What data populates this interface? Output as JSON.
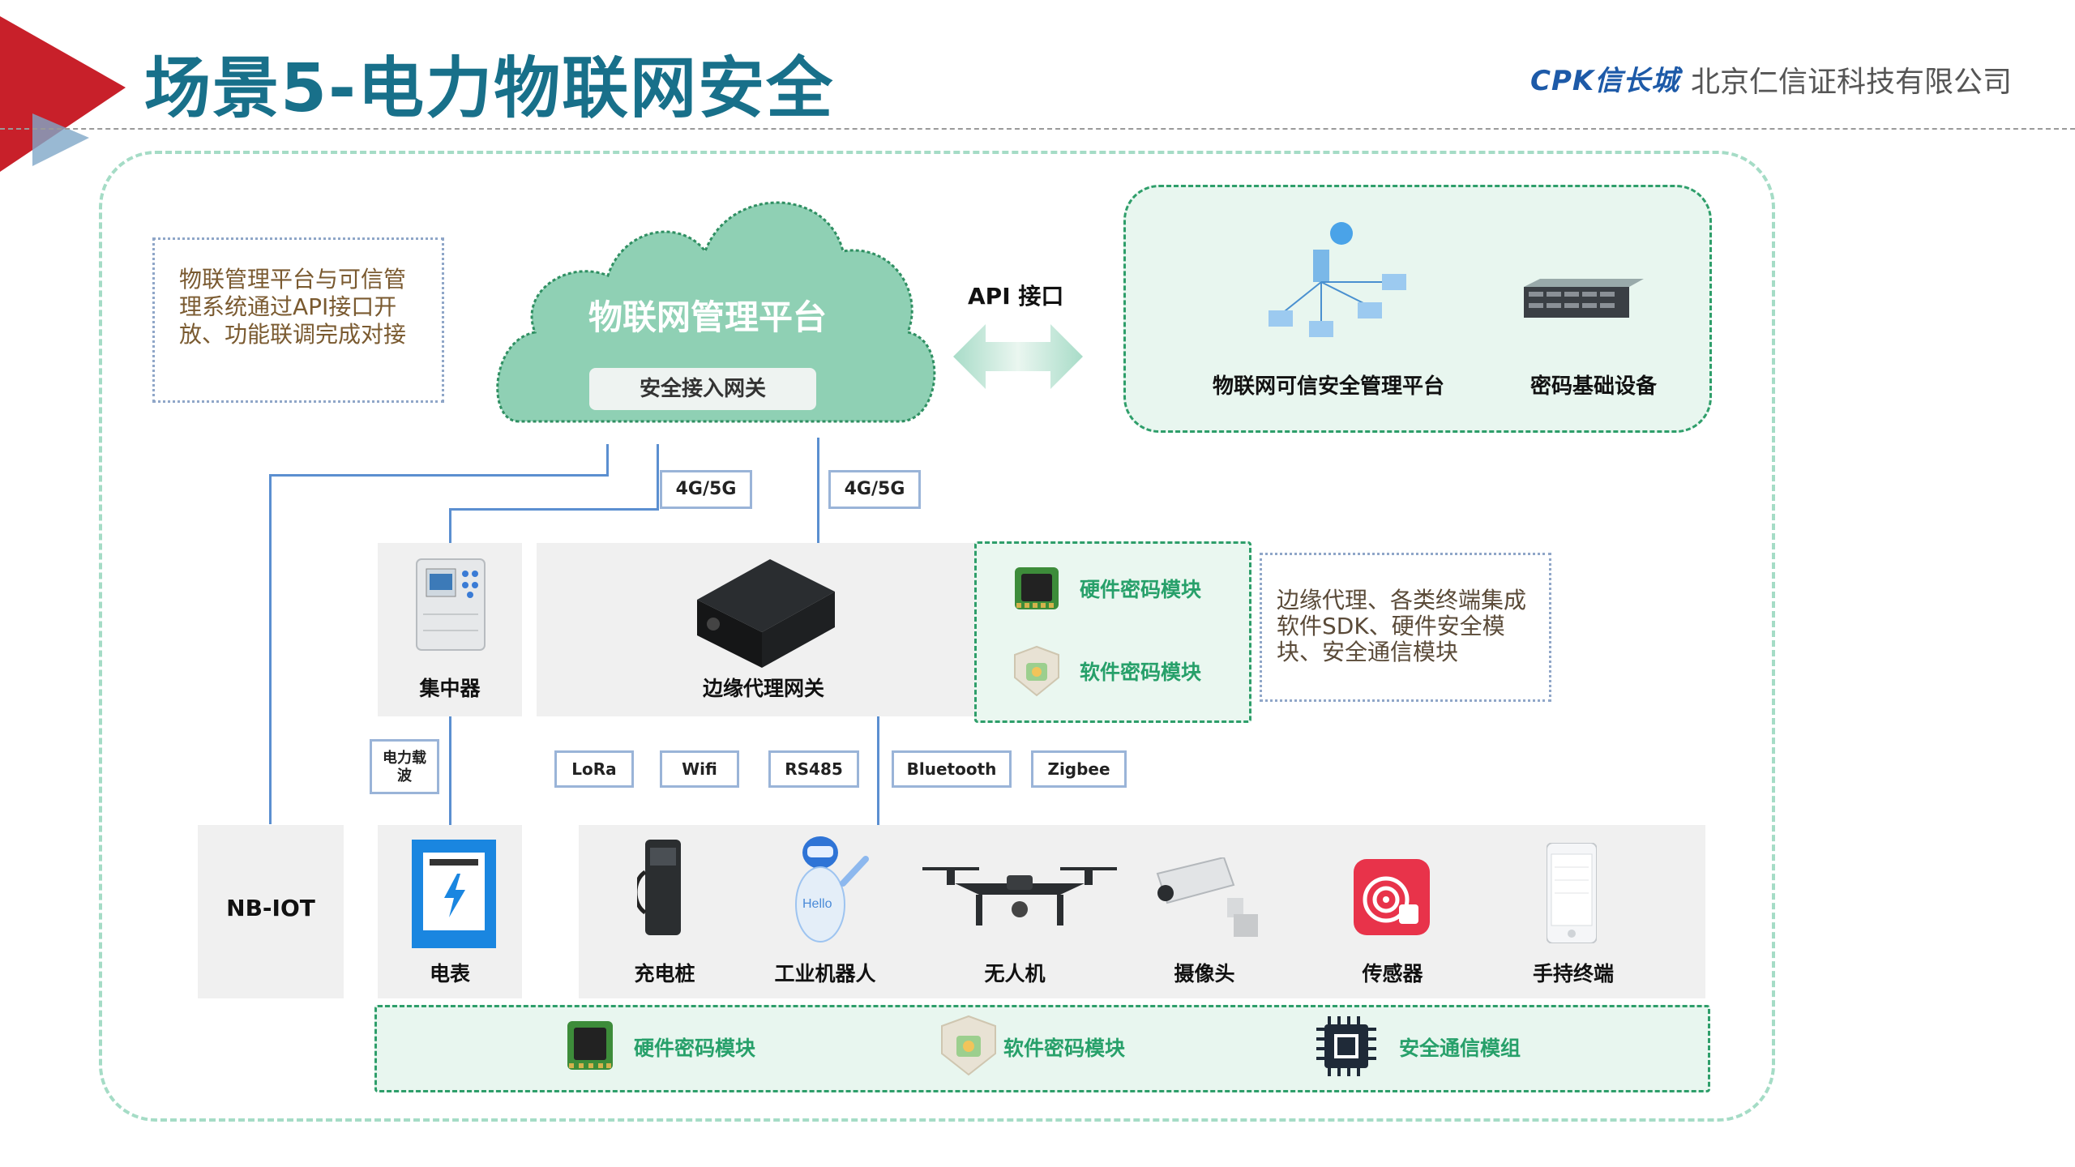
{
  "header": {
    "title": "场景5-电力物联网安全",
    "logo_text": "CPK信长城",
    "company": "北京仁信证科技有限公司"
  },
  "cloud": {
    "title": "物联网管理平台",
    "gateway": "安全接入网关"
  },
  "api_label": "API 接口",
  "top_note": "物联管理平台与可信管理系统通过API接口开放、功能联调完成对接",
  "platform": {
    "item1": "物联网可信安全管理平台",
    "item2": "密码基础设备"
  },
  "network_tags": [
    "4G/5G",
    "4G/5G"
  ],
  "concentrator": "集中器",
  "edge_gateway": "边缘代理网关",
  "edge_modules": {
    "hardware": "硬件密码模块",
    "software": "软件密码模块"
  },
  "edge_note": "边缘代理、各类终端集成软件SDK、硬件安全模块、安全通信模块",
  "plc_tag": "电力载波",
  "protocols": [
    "LoRa",
    "Wifi",
    "RS485",
    "Bluetooth",
    "Zigbee"
  ],
  "nbiot": "NB-IOT",
  "meter": "电表",
  "terminals": [
    "充电桩",
    "工业机器人",
    "无人机",
    "摄像头",
    "传感器",
    "手持终端"
  ],
  "robot_screen_text": "Hello",
  "bottom_modules": [
    "硬件密码模块",
    "软件密码模块",
    "安全通信模组"
  ],
  "colors": {
    "title": "#18708a",
    "accent_red": "#c8202a",
    "green": "#27a06a",
    "cloud": "#8fd0b4",
    "line_blue": "#5b8fd0"
  }
}
